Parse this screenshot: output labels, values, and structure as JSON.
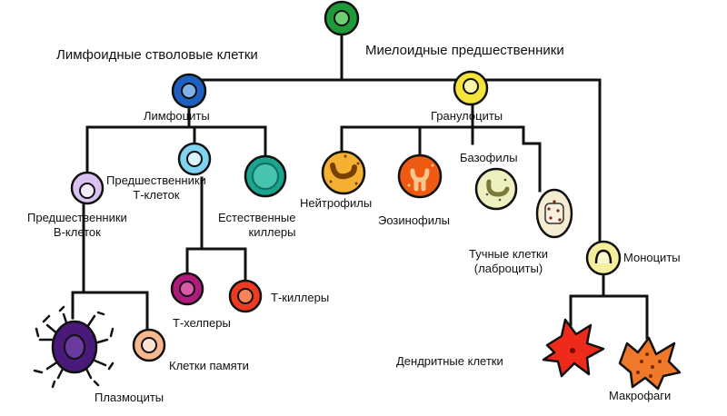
{
  "labels": {
    "lymphoid_stem": "Лимфоидные стволовые клетки",
    "myeloid_progenitors": "Миелоидные предшественники",
    "lymphocytes": "Лимфоциты",
    "granulocytes": "Гранулоциты",
    "t_precursors": "Предшественники\nТ-клеток",
    "b_precursors": "Предшественники\nВ-клеток",
    "nk_cells": "Естественные\nкиллеры",
    "neutrophils": "Нейтрофилы",
    "eosinophils": "Эозинофилы",
    "basophils": "Базофилы",
    "mast_cells": "Тучные клетки\n(лаброциты)",
    "monocytes": "Моноциты",
    "t_helpers": "Т-хелперы",
    "t_killers": "Т-киллеры",
    "plasmocytes": "Плазмоциты",
    "memory_cells": "Клетки памяти",
    "dendritic_cells": "Дендритные клетки",
    "macrophages": "Макрофаги"
  },
  "colors": {
    "stem": "#1f9a3a",
    "lymphoid": "#1f5fc0",
    "myeloid": "#f4e33a",
    "t_precursor": "#7fd3f0",
    "b_precursor": "#d9c2ef",
    "nk": "#1aa48e",
    "neutrophil": "#f4b030",
    "eosinophil": "#ee5a12",
    "basophil": "#eef0c0",
    "mast": "#f6ecd2",
    "monocyte": "#f3ef9a",
    "t_helper": "#b01a7c",
    "t_killer": "#ee3a20",
    "plasmocyte": "#4a1a7a",
    "memory": "#f7b890",
    "dendritic": "#ee2a1a",
    "macrophage": "#f0782a",
    "line": "#111111"
  }
}
